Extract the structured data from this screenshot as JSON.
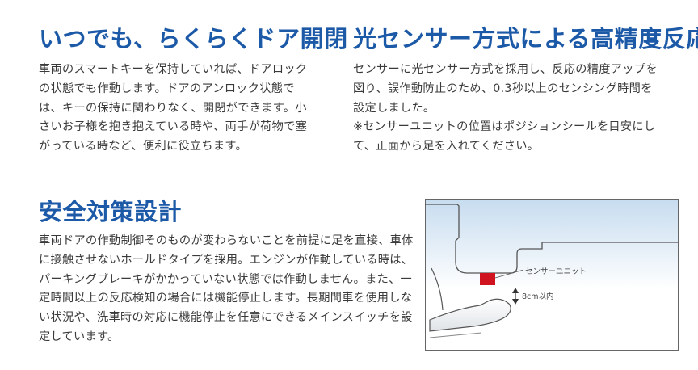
{
  "sections": [
    {
      "title": "いつでも、らくらくドア開閉",
      "body": "車両のスマートキーを保持していれば、ドアロックの状態でも作動します。ドアのアンロック状態では、キーの保持に関わりなく、開閉ができます。小さいお子様を抱き抱えている時や、両手が荷物で塞がっている時など、便利に役立ちます。"
    },
    {
      "title": "光センサー方式による高精度反応",
      "body": "センサーに光センサー方式を採用し、反応の精度アップを図り、誤作動防止のため、0.3秒以上のセンシング時間を設定しました。",
      "note": "※センサーユニットの位置はポジションシールを目安にして、正面から足を入れてください。"
    },
    {
      "title": "安全対策設計",
      "body": "車両ドアの作動制御そのものが変わらないことを前提に足を直接、車体に接触させないホールドタイプを採用。エンジンが作動している時は、パーキングブレーキがかかっていない状態では作動しません。また、一定時間以上の反応検知の場合には機能停止します。長期間車を使用しない状況や、洗車時の対応に機能停止を任意にできるメインスイッチを設定しています。"
    }
  ],
  "diagram": {
    "sensor_label": "センサーユニット",
    "distance_label": "8cm以内",
    "sensor_color": "#d0141f"
  }
}
